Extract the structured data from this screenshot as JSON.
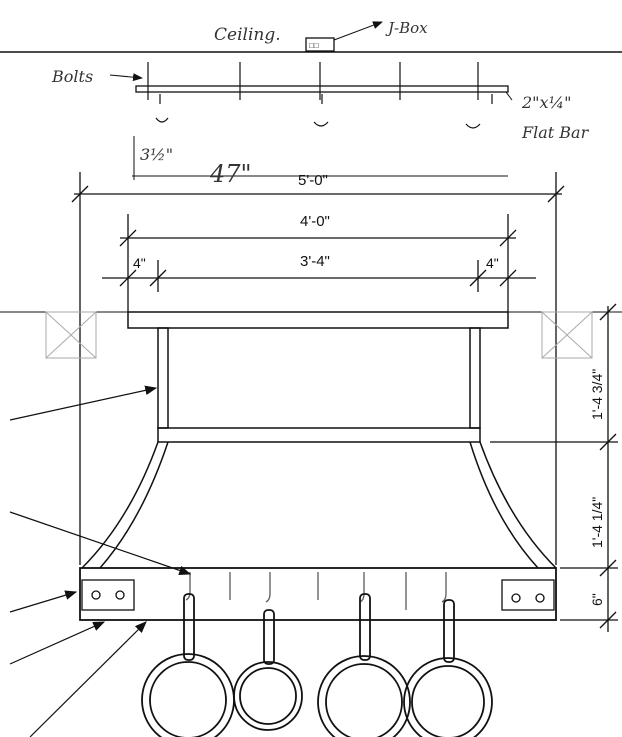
{
  "sketch": {
    "ceiling_label": "Ceiling.",
    "jbox_label": "J-Box",
    "bolts_label": "Bolts",
    "bar_size_label": "2\"x¼\"",
    "bar_type_label": "Flat Bar",
    "spacing_label": "3½\"",
    "overall_handwritten": "47\""
  },
  "dimensions": {
    "overall_width": "5'-0\"",
    "frame_width": "4'-0\"",
    "left_offset": "4\"",
    "inner_width": "3'-4\"",
    "right_offset": "4\"",
    "upper_height": "1'-4 3/4\"",
    "middle_height": "1'-4 1/4\"",
    "bottom_height": "6\""
  },
  "rack": {
    "hooks": 7,
    "pans": 4
  }
}
